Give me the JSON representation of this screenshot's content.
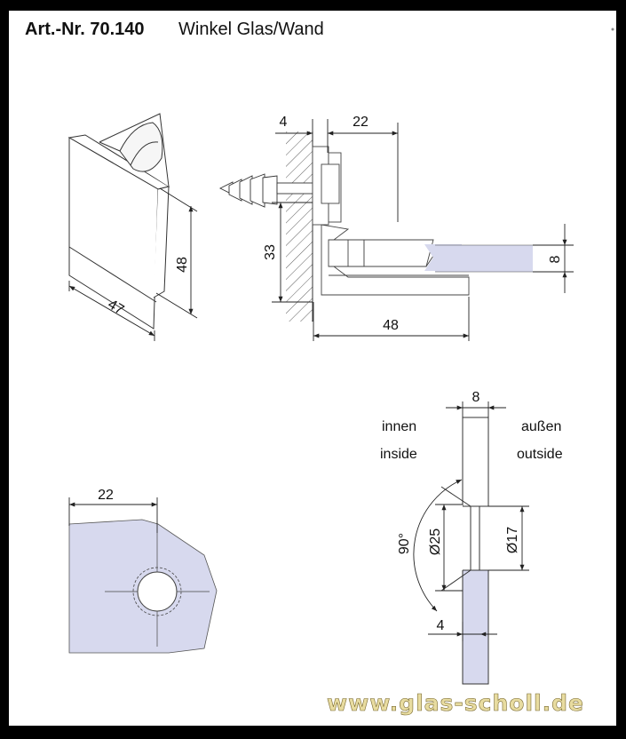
{
  "header": {
    "article_number": "Art.-Nr. 70.140",
    "title": "Winkel Glas/Wand"
  },
  "dimensions": {
    "iso_width": "47",
    "iso_height": "48",
    "side_wall_gap": "4",
    "side_depth": "22",
    "side_height": "33",
    "side_glass": "8",
    "side_length": "48",
    "front_width": "22",
    "section_thickness": "8",
    "section_offset": "4",
    "section_angle": "90°",
    "section_dia_outer": "Ø25",
    "section_dia_inner": "Ø17"
  },
  "labels": {
    "inside_de": "innen",
    "inside_en": "inside",
    "outside_de": "außen",
    "outside_en": "outside"
  },
  "footer": {
    "url": "www.glas-scholl.de"
  },
  "colors": {
    "glass": "#d7d9ee",
    "line": "#222222",
    "background": "#ffffff",
    "frame": "#000000"
  }
}
